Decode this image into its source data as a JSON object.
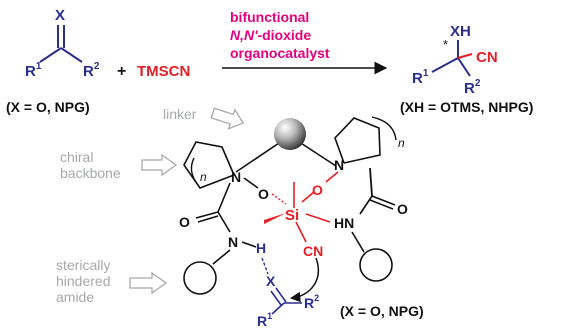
{
  "reaction": {
    "reactant_atom_x": "X",
    "reactant_r1": "R",
    "reactant_r1_sup": "1",
    "reactant_r2": "R",
    "reactant_r2_sup": "2",
    "plus": "+",
    "reagent": "TMSCN",
    "catalyst_line1": "bifunctional",
    "catalyst_line2_prefix": "N,N'",
    "catalyst_line2_suffix": "-dioxide",
    "catalyst_line3": "organocatalyst",
    "product_xh": "XH",
    "product_star": "*",
    "product_cn": "CN",
    "product_r1": "R",
    "product_r1_sup": "1",
    "product_r2": "R",
    "product_r2_sup": "2",
    "reactant_note": "(X = O, NPG)",
    "product_note": "(XH = OTMS, NHPG)"
  },
  "model": {
    "label_linker": "linker",
    "label_chiral_1": "chiral",
    "label_chiral_2": "backbone",
    "label_steric_1": "sterically",
    "label_steric_2": "hindered",
    "label_steric_3": "amide",
    "n_left": "N",
    "n_right": "N",
    "ring_index_left": "n",
    "ring_index_right": "n",
    "o_left": "O",
    "o_right": "O",
    "si": "Si",
    "cn": "CN",
    "amide_o_left": "O",
    "amide_nh_left_n": "N",
    "amide_nh_left_h": "H",
    "amide_hn_right": "HN",
    "amide_o_right": "O",
    "substrate_x": "X",
    "substrate_r1": "R",
    "substrate_r1_sup": "1",
    "substrate_r2": "R",
    "substrate_r2_sup": "2",
    "bottom_note": "(X = O, NPG)"
  },
  "colors": {
    "blue": "#2b2f8c",
    "red": "#e31e24",
    "pink": "#e5007e",
    "gray": "#a7a9ac",
    "black": "#111111"
  }
}
